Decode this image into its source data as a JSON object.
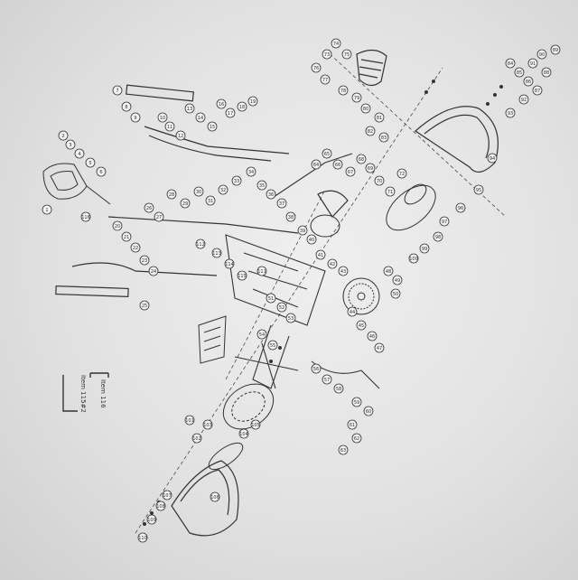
{
  "diagram": {
    "legend": {
      "item_a": "Item 115#2",
      "item_b": "Item 116"
    },
    "callouts": [
      "1",
      "2",
      "3",
      "4",
      "5",
      "6",
      "7",
      "8",
      "9",
      "10",
      "11",
      "12",
      "13",
      "14",
      "15",
      "16",
      "17",
      "18",
      "19",
      "20",
      "21",
      "22",
      "23",
      "24",
      "25",
      "26",
      "27",
      "28",
      "29",
      "30",
      "31",
      "32",
      "33",
      "34",
      "35",
      "36",
      "37",
      "38",
      "39",
      "40",
      "41",
      "42",
      "43",
      "44",
      "45",
      "46",
      "47",
      "48",
      "49",
      "50",
      "51",
      "52",
      "53",
      "54",
      "55",
      "56",
      "57",
      "58",
      "59",
      "60",
      "61",
      "62",
      "63",
      "64",
      "65",
      "66",
      "67",
      "68",
      "69",
      "70",
      "71",
      "72",
      "73",
      "74",
      "75",
      "76",
      "77",
      "78",
      "79",
      "80",
      "81",
      "82",
      "83",
      "84",
      "85",
      "86",
      "87",
      "88",
      "89",
      "90",
      "91",
      "92",
      "93",
      "94",
      "95",
      "96",
      "97",
      "98",
      "99",
      "100",
      "101",
      "102",
      "103",
      "104",
      "105",
      "106",
      "107",
      "108",
      "109",
      "110",
      "111",
      "112",
      "113",
      "114",
      "115",
      "116"
    ],
    "colors": {
      "paper": "#e4e4e4",
      "ink": "#3a3a3a"
    }
  }
}
